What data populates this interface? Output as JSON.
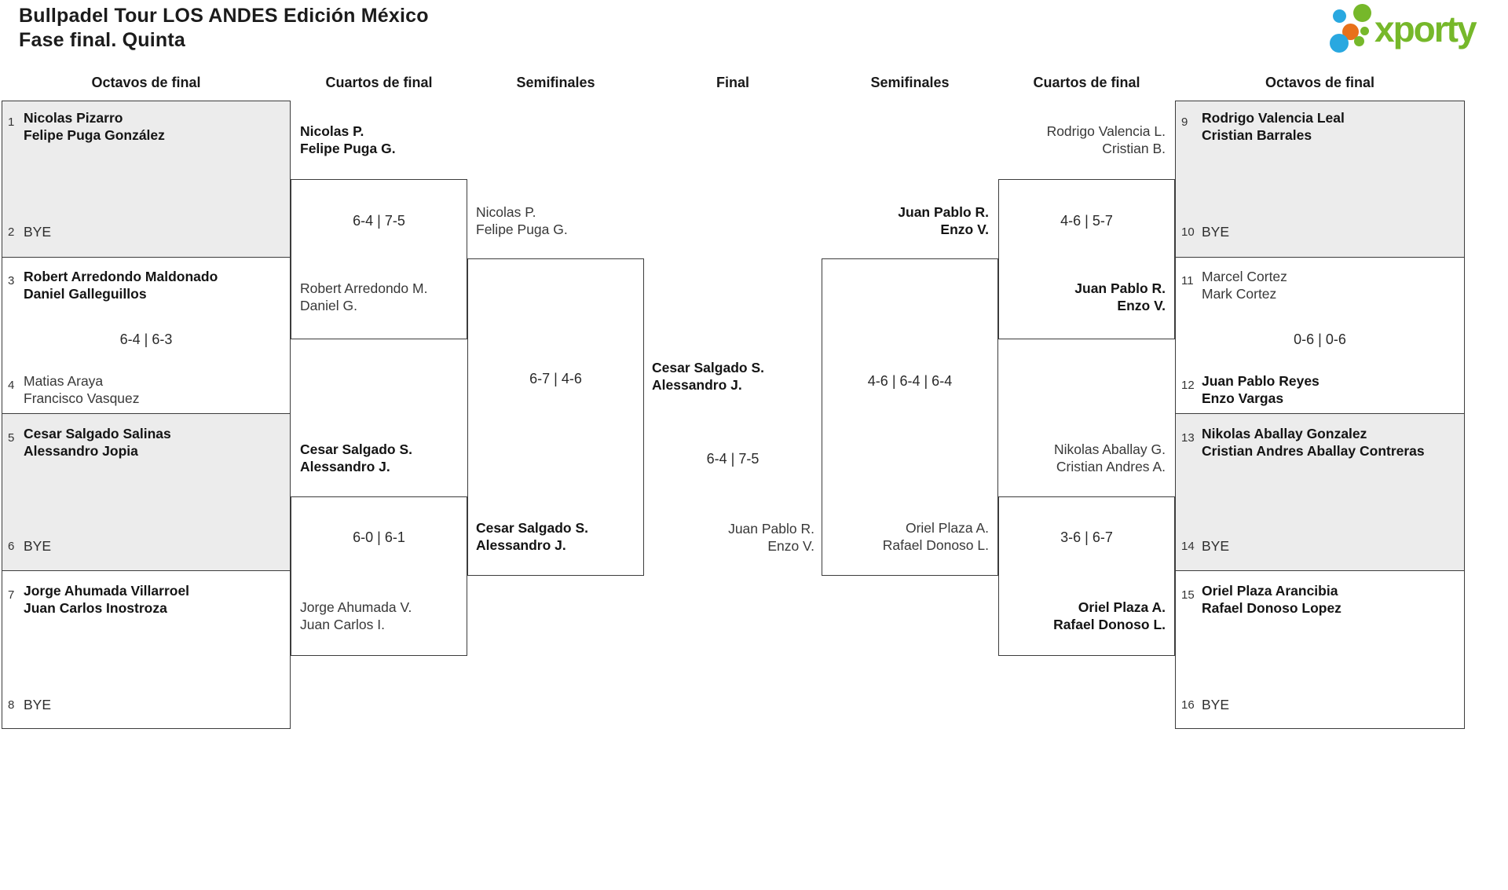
{
  "header": {
    "title_line1": "Bullpadel Tour LOS ANDES Edición México",
    "title_line2": "Fase final. Quinta",
    "logo_text": "xporty"
  },
  "round_headers": {
    "octavos_left": "Octavos de final",
    "cuartos_left": "Cuartos de final",
    "semis_left": "Semifinales",
    "final": "Final",
    "semis_right": "Semifinales",
    "cuartos_right": "Cuartos de final",
    "octavos_right": "Octavos de final"
  },
  "octavos_left": {
    "m1": {
      "seed_a": "1",
      "team_a1": "Nicolas Pizarro",
      "team_a2": "Felipe Puga González",
      "seed_b": "2",
      "bye_b": "BYE"
    },
    "m2": {
      "seed_a": "3",
      "team_a1": "Robert Arredondo Maldonado",
      "team_a2": "Daniel Galleguillos",
      "score": "6-4 | 6-3",
      "seed_b": "4",
      "team_b1": "Matias Araya",
      "team_b2": "Francisco Vasquez"
    },
    "m3": {
      "seed_a": "5",
      "team_a1": "Cesar Salgado Salinas",
      "team_a2": "Alessandro Jopia",
      "seed_b": "6",
      "bye_b": "BYE"
    },
    "m4": {
      "seed_a": "7",
      "team_a1": "Jorge Ahumada Villarroel",
      "team_a2": "Juan Carlos Inostroza",
      "seed_b": "8",
      "bye_b": "BYE"
    }
  },
  "cuartos_left": {
    "m1": {
      "winner1": "Nicolas P.",
      "winner2": "Felipe Puga G.",
      "score": "6-4 | 7-5",
      "loser1": "Robert Arredondo M.",
      "loser2": "Daniel G."
    },
    "m2": {
      "winner1": "Cesar Salgado S.",
      "winner2": "Alessandro J.",
      "score": "6-0 | 6-1",
      "loser1": "Jorge Ahumada V.",
      "loser2": "Juan Carlos I."
    }
  },
  "semis_left": {
    "top1": "Nicolas P.",
    "top2": "Felipe Puga G.",
    "score": "6-7 | 4-6",
    "bottom1": "Cesar Salgado S.",
    "bottom2": "Alessandro J."
  },
  "final": {
    "winner1": "Cesar Salgado S.",
    "winner2": "Alessandro J.",
    "score": "6-4 | 7-5",
    "runner_up1": "Juan Pablo R.",
    "runner_up2": "Enzo V."
  },
  "semis_right": {
    "top1": "Juan Pablo R.",
    "top2": "Enzo V.",
    "score": "4-6 | 6-4 | 6-4",
    "bottom1": "Oriel Plaza A.",
    "bottom2": "Rafael Donoso L."
  },
  "cuartos_right": {
    "m1": {
      "loser1": "Rodrigo Valencia L.",
      "loser2": "Cristian B.",
      "score": "4-6 | 5-7",
      "winner1": "Juan Pablo R.",
      "winner2": "Enzo V."
    },
    "m2": {
      "loser1": "Nikolas Aballay G.",
      "loser2": "Cristian Andres A.",
      "score": "3-6 | 6-7",
      "winner1": "Oriel Plaza A.",
      "winner2": "Rafael Donoso L."
    }
  },
  "octavos_right": {
    "m1": {
      "seed_a": "9",
      "team_a1": "Rodrigo Valencia Leal",
      "team_a2": "Cristian Barrales",
      "seed_b": "10",
      "bye_b": "BYE"
    },
    "m2": {
      "seed_a": "11",
      "team_a1": "Marcel Cortez",
      "team_a2": "Mark Cortez",
      "score": "0-6 | 0-6",
      "seed_b": "12",
      "team_b1": "Juan Pablo Reyes",
      "team_b2": "Enzo Vargas"
    },
    "m3": {
      "seed_a": "13",
      "team_a1": "Nikolas Aballay Gonzalez",
      "team_a2": "Cristian Andres Aballay Contreras",
      "seed_b": "14",
      "bye_b": "BYE"
    },
    "m4": {
      "seed_a": "15",
      "team_a1": "Oriel Plaza Arancibia",
      "team_a2": "Rafael Donoso Lopez",
      "seed_b": "16",
      "bye_b": "BYE"
    }
  },
  "colors": {
    "brand_green": "#76b82a",
    "brand_blue": "#29a8e0",
    "brand_orange": "#e8711a",
    "box_fill": "#ececec",
    "box_border": "#3c3c3c",
    "text": "#1f1f1f"
  }
}
